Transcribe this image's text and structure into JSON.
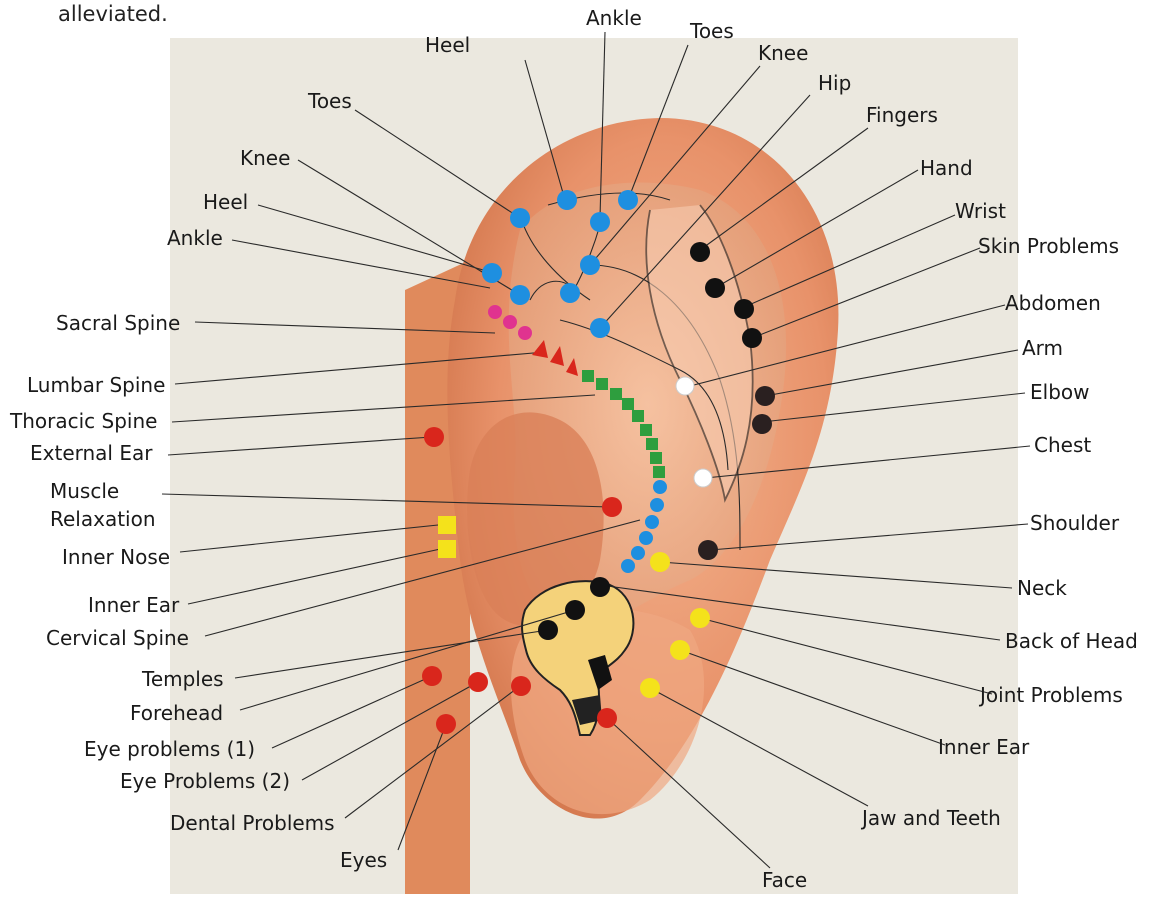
{
  "caption": "alleviated.",
  "labels": {
    "top_ankle": "Ankle",
    "top_toes": "Toes",
    "top_knee": "Knee",
    "top_heel": "Heel",
    "hip": "Hip",
    "fingers": "Fingers",
    "hand": "Hand",
    "wrist": "Wrist",
    "skin_problems": "Skin Problems",
    "abdomen": "Abdomen",
    "arm": "Arm",
    "elbow": "Elbow",
    "chest": "Chest",
    "shoulder": "Shoulder",
    "neck": "Neck",
    "back_of_head": "Back of Head",
    "joint_problems": "Joint Problems",
    "inner_ear_right": "Inner Ear",
    "jaw_and_teeth": "Jaw and Teeth",
    "face": "Face",
    "left_toes": "Toes",
    "left_knee": "Knee",
    "left_heel": "Heel",
    "left_ankle": "Ankle",
    "sacral_spine": "Sacral Spine",
    "lumbar_spine": "Lumbar Spine",
    "thoracic_spine": "Thoracic Spine",
    "external_ear": "External Ear",
    "muscle_relaxation_1": "Muscle",
    "muscle_relaxation_2": "Relaxation",
    "inner_nose": "Inner Nose",
    "inner_ear_left": "Inner Ear",
    "cervical_spine": "Cervical Spine",
    "temples": "Temples",
    "forehead": "Forehead",
    "eye_problems_1": "Eye problems (1)",
    "eye_problems_2": "Eye Problems (2)",
    "dental_problems": "Dental Problems",
    "eyes": "Eyes"
  },
  "colors": {
    "blue_points": "#1e8fe0",
    "red_points": "#d9261c",
    "yellow_points": "#f4e21b",
    "black_points": "#111111",
    "pink_points": "#e0338f",
    "green_points": "#2e9e3e",
    "skin": "#e8926a"
  }
}
